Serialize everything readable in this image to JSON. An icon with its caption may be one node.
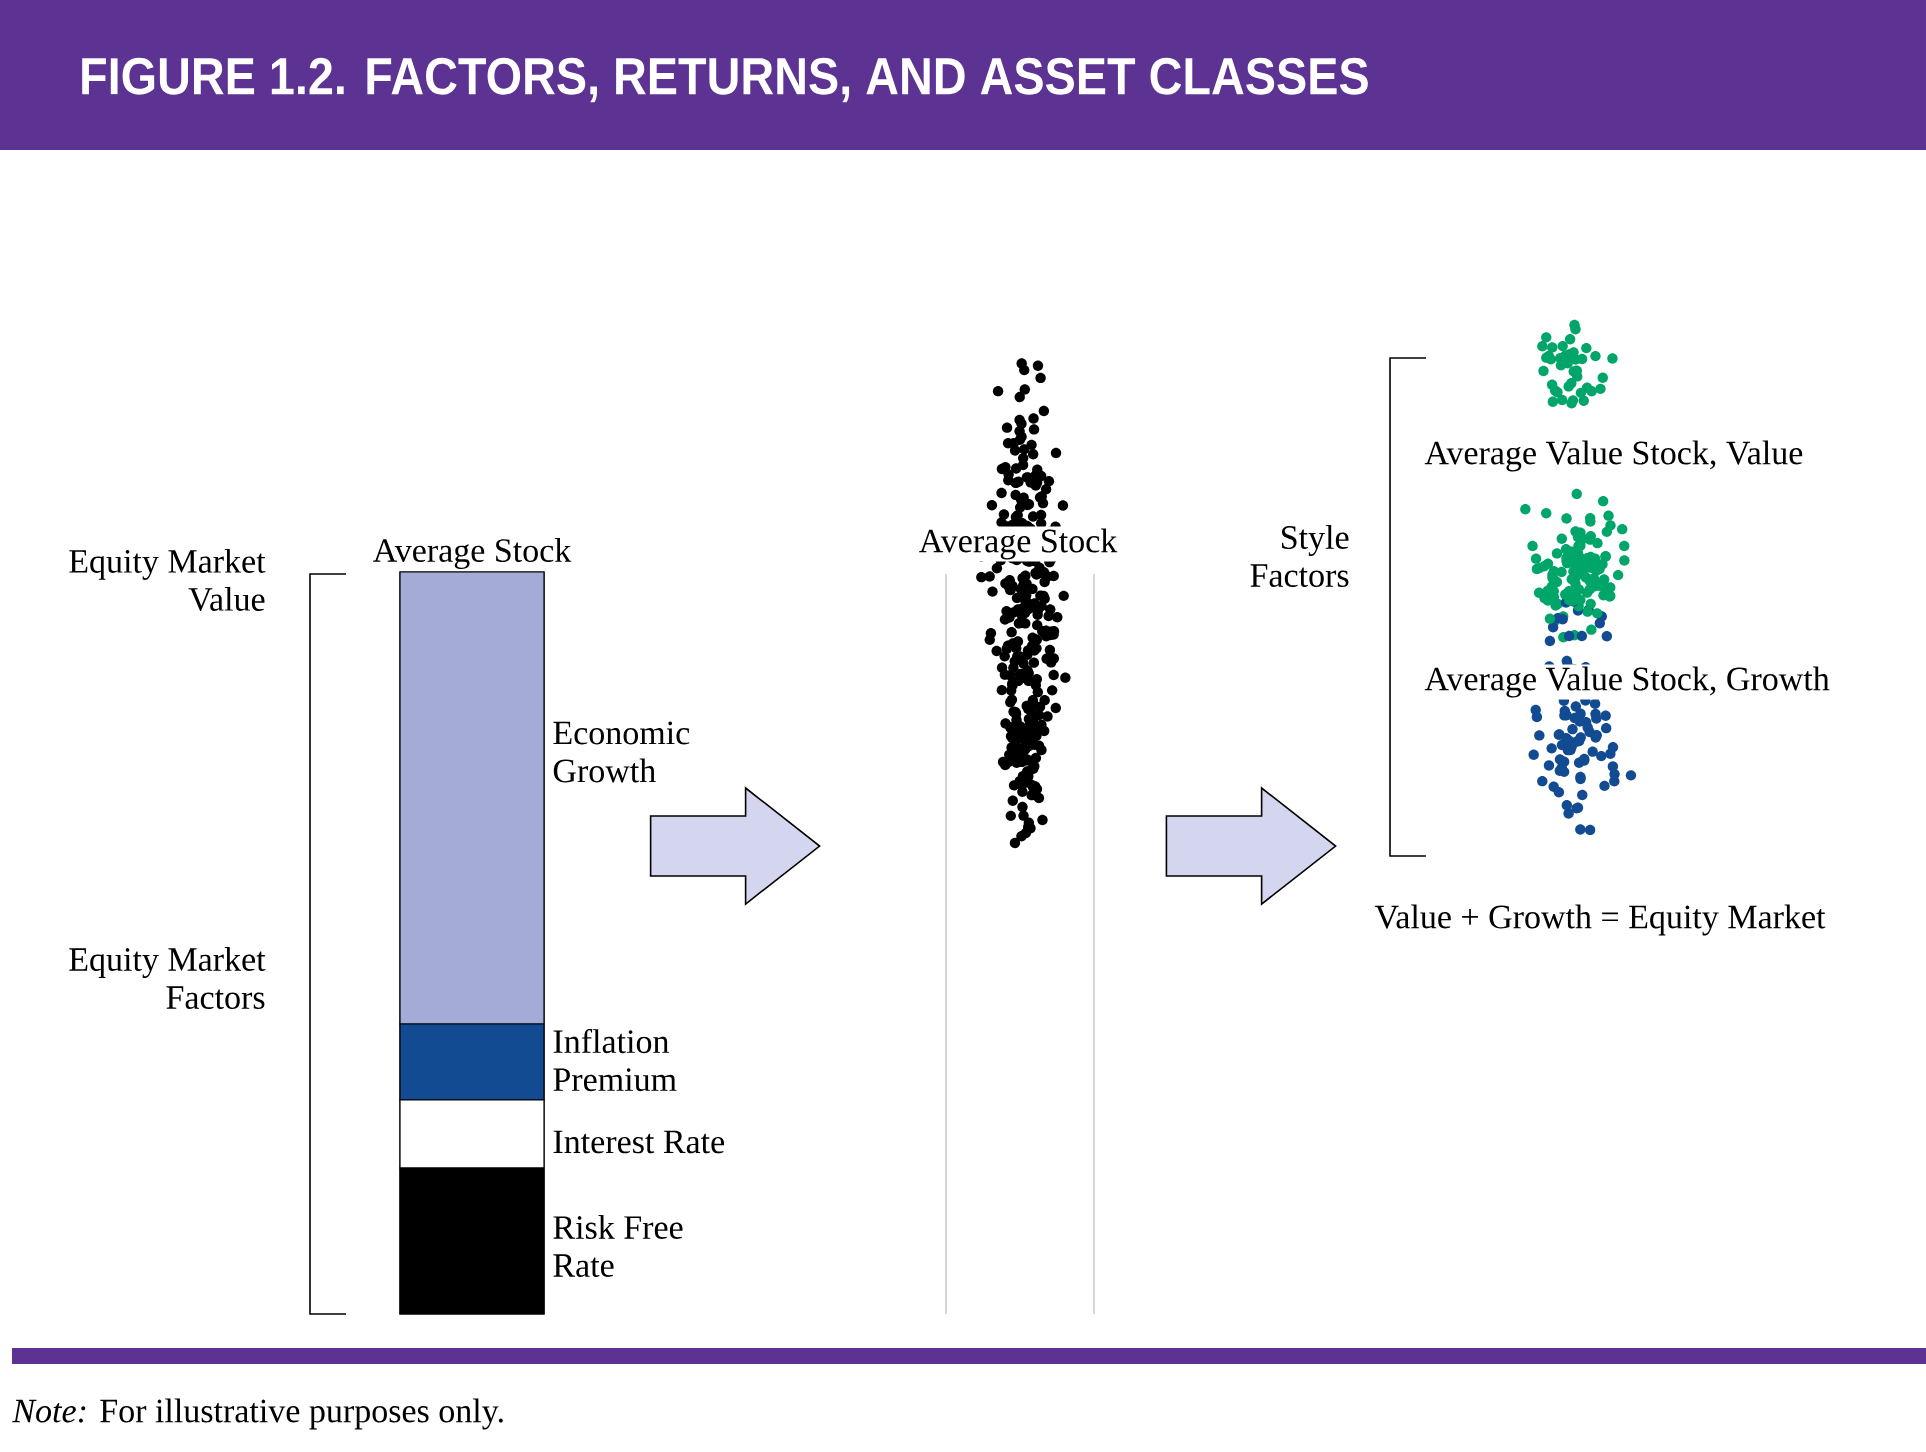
{
  "diagram": {
    "title": "FIGURE 1.2. FACTORS, RETURNS, AND ASSET CLASSES",
    "caption": "*Note:* For illustrative purposes only.",
    "nodes": [
      {
        "text": [
          "Average Stock"
        ]
      },
      {
        "text": [],
        "shape": "bar",
        "in": 0,
        "beside": [
          "Economic Growth"
        ]
      },
      {
        "text": [],
        "shape": "bar",
        "in": 0,
        "beside": [
          "Inflation Premium"
        ]
      },
      {
        "text": [],
        "shape": "bar",
        "in": 0,
        "beside": [
          "Interest Rate"
        ]
      },
      {
        "text": [],
        "shape": "bar",
        "in": 0,
        "beside": [
          "Risk Free Rate"
        ]
      },
      {
        "text": [
          "Average Stock"
        ]
      },
      {
        "text": [
          "Average Value Stock, Value",
          "Average Value Stock, Growth"
        ]
      }
    ],
    "edges": [
      {
        "from": 1,
        "to": 5,
        "arrow": "to"
      },
      {
        "from": 5,
        "to": 6,
        "arrow": "to"
      }
    ],
    "labels": [
      "Equity Market Value",
      "Equity Market Factors",
      "Style Factors",
      "Value + Growth = Equity Market"
    ]
  }
}
